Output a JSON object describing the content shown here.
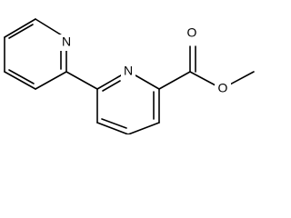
{
  "molecule": {
    "atoms": {
      "n1": {
        "label": "N"
      },
      "n2": {
        "label": "N"
      },
      "o_carbonyl": {
        "label": "O"
      },
      "o_ester": {
        "label": "O"
      }
    }
  },
  "colors": {
    "bond": "#000000",
    "text": "#000000",
    "background": "#ffffff"
  }
}
